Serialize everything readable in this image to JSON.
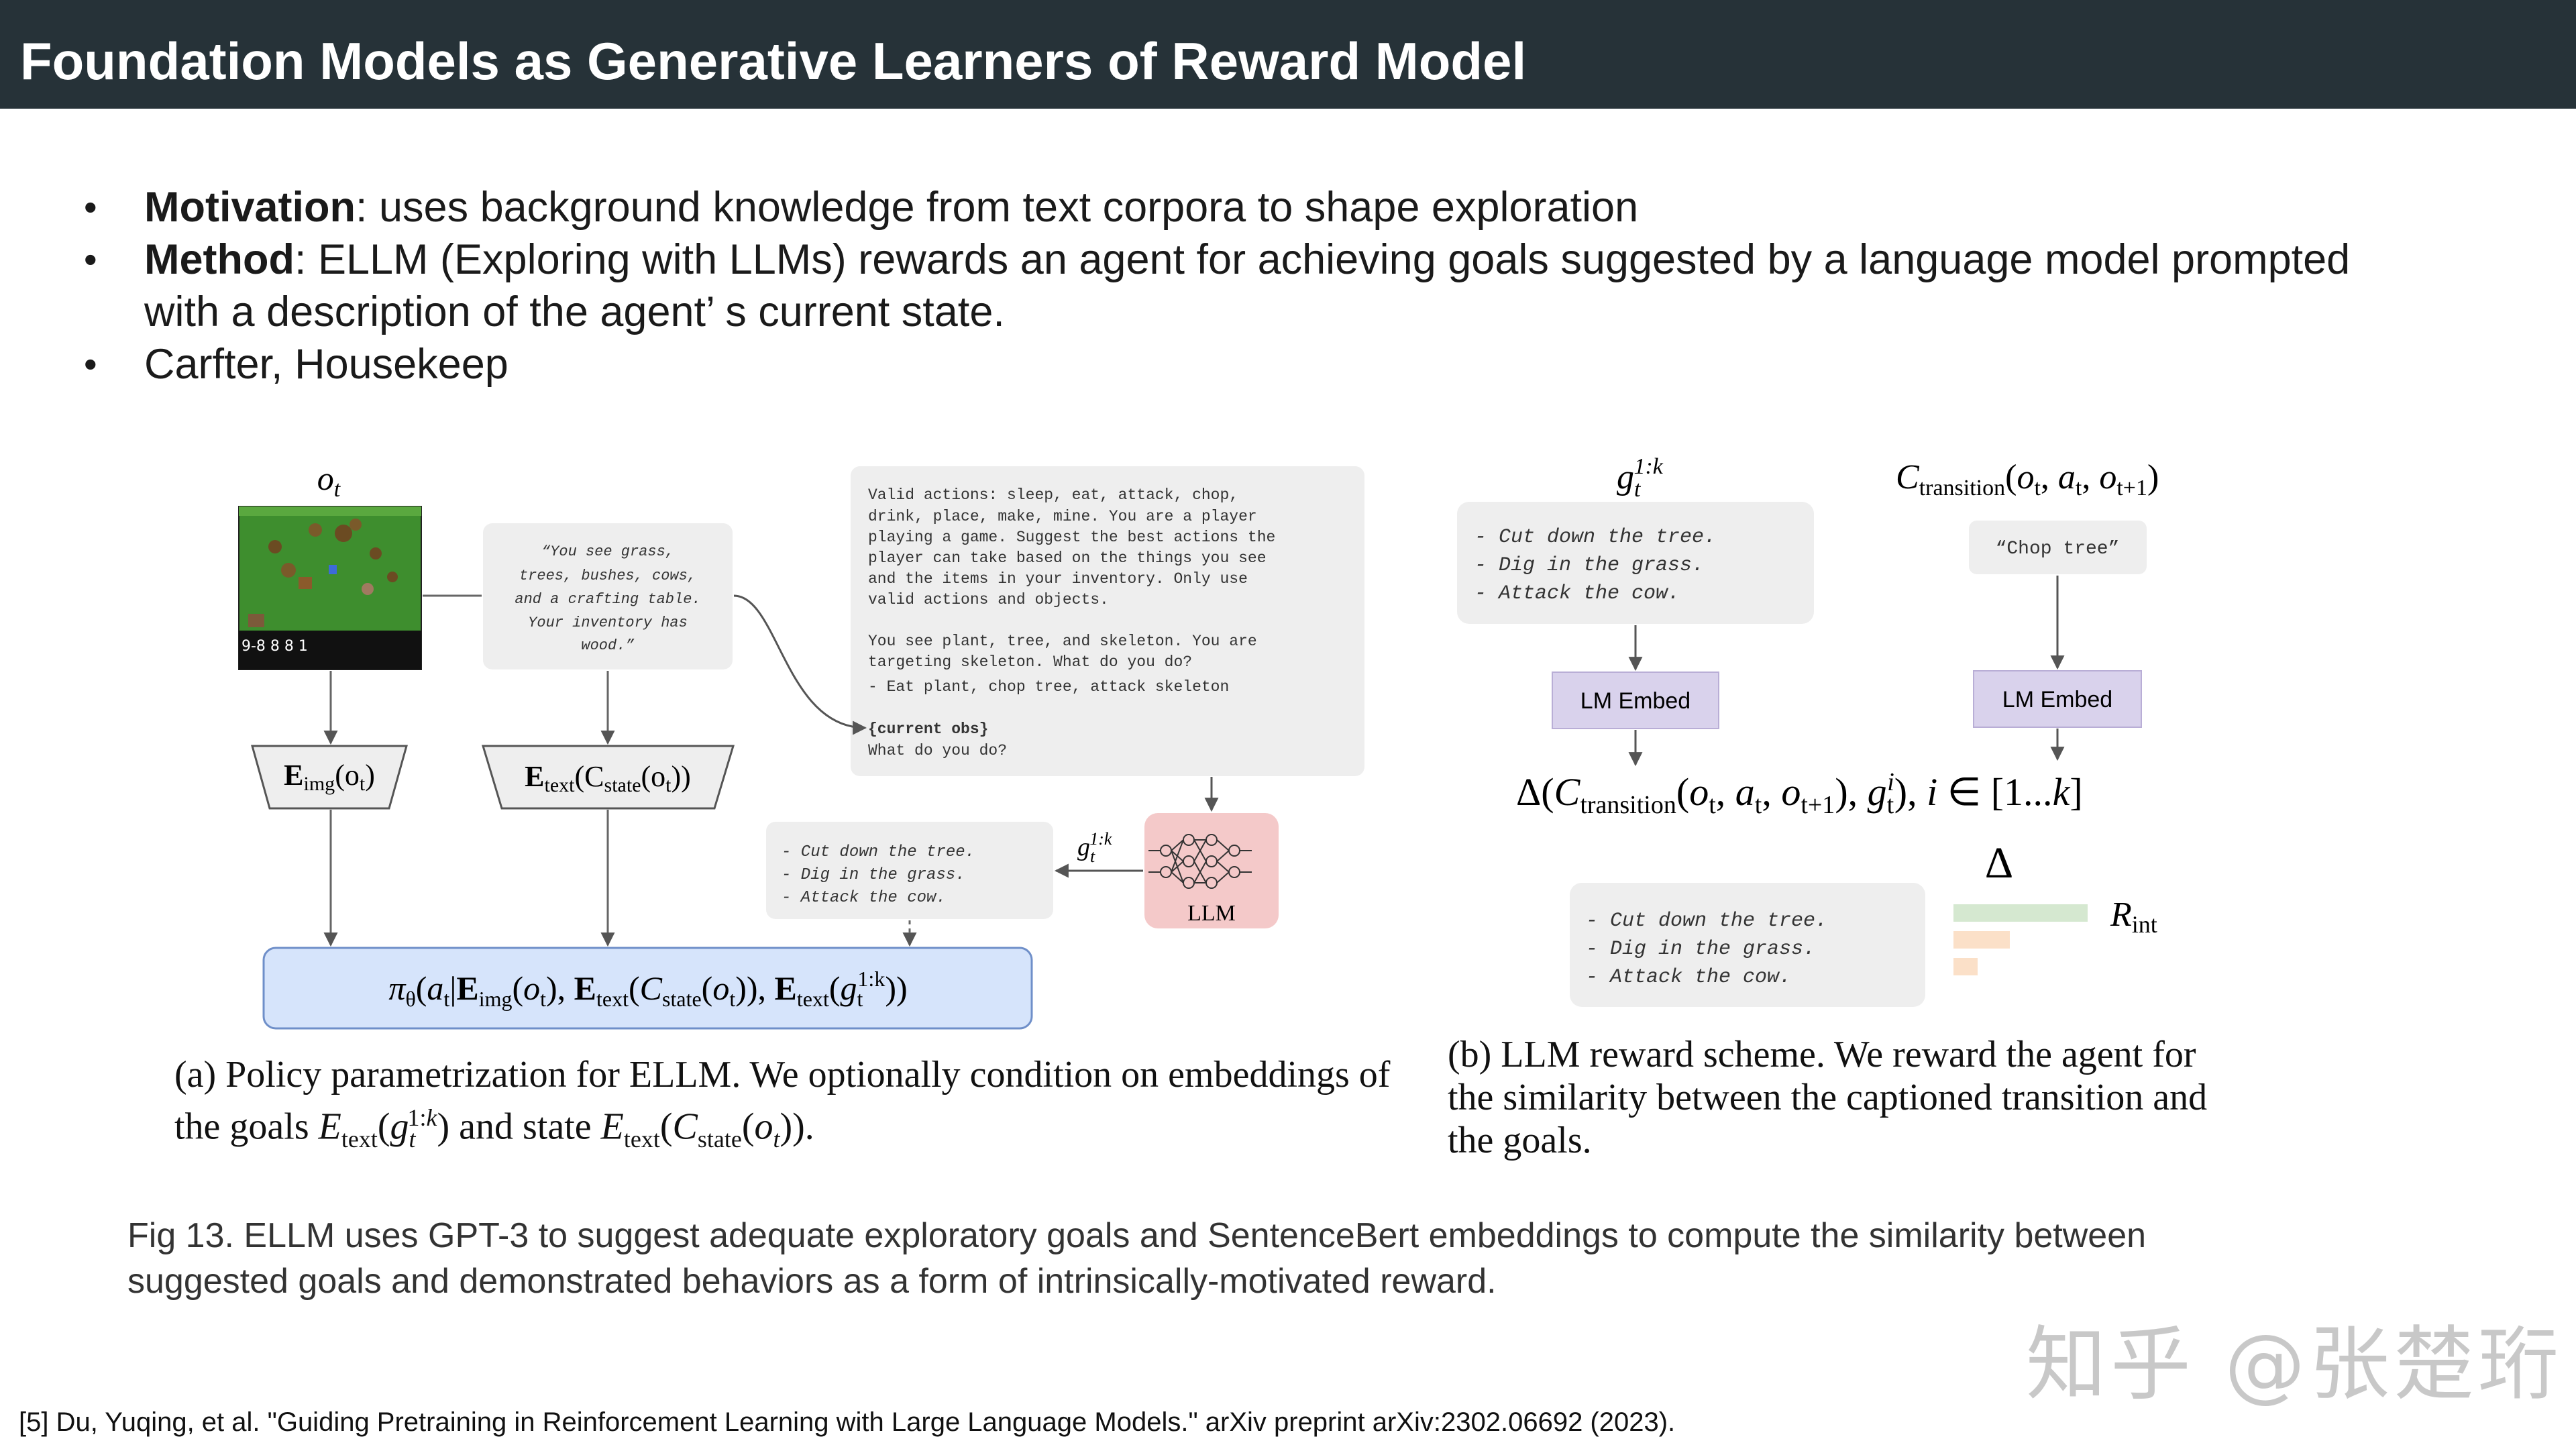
{
  "title": "Foundation Models as Generative Learners of Reward Model",
  "bullets": [
    {
      "bold": "Motivation",
      "text": ": uses background knowledge from text corpora to shape exploration"
    },
    {
      "bold": "Method",
      "text": ":  ELLM (Exploring with LLMs) rewards an agent for achieving goals suggested by a language model prompted",
      "text2": "with a description of the agent’  s current state."
    },
    {
      "bold": "",
      "text": "Carfter, Housekeep"
    }
  ],
  "panel_a": {
    "obs_label": "o_t",
    "game_hud": "9-8 8 8   1",
    "caption_text": "“You see grass, trees, bushes, cows, and a crafting table. Your inventory has wood.”",
    "caption_lines": [
      "“You see grass,",
      "trees, bushes, cows,",
      "and a crafting table.",
      "Your inventory has",
      "wood.”"
    ],
    "prompt_lines": [
      "Valid actions: sleep, eat, attack, chop,",
      "drink, place, make, mine. You are a player",
      "playing a game. Suggest the best actions the",
      "player can take based on the things you see",
      "and the items in your inventory. Only use",
      "valid actions and objects.",
      "",
      "You see plant, tree, and skeleton. You are",
      "targeting skeleton. What do you do?",
      "- Eat plant, chop tree, attack skeleton",
      "",
      "{current obs}",
      "What do you do?"
    ],
    "enc_img": "E_img(o_t)",
    "enc_text": "E_text(C_state(o_t))",
    "goals": [
      "-   Cut down the tree.",
      "-   Dig in the grass.",
      "-   Attack the cow."
    ],
    "goal_label": "g_t^{1:k}",
    "llm_label": "LLM",
    "policy": "π_θ(a_t|E_img(o_t), E_text(C_state(o_t)), E_text(g_t^{1:k}))",
    "caption_line1": "(a) Policy parametrization for ELLM. We optionally condition on embeddings of",
    "caption_line2": "the goals E_text(g_t^{1:k}) and state E_text(C_state(o_t))."
  },
  "panel_b": {
    "goal_label": "g_t^{1:k}",
    "transition_label": "C_transition(o_t, a_t, o_t+1)",
    "goals": [
      "-   Cut down the tree.",
      "-   Dig in the grass.",
      "-   Attack the cow."
    ],
    "chop_caption": "“Chop tree”",
    "lm_embed_1": "LM Embed",
    "lm_embed_2": "LM Embed",
    "delta_expr": "Δ(C_transition(o_t, a_t, o_t+1), g_t^i), i ∈ [1...k]",
    "delta": "Δ",
    "rint": "R_int",
    "bar_values": [
      1.0,
      0.42,
      0.18
    ],
    "caption_line1": "(b) LLM reward scheme.  We reward the agent for",
    "caption_line2": "the similarity between the captioned transition and",
    "caption_line3": "the goals."
  },
  "fig_caption_line1": "Fig 13. ELLM uses GPT-3 to suggest adequate exploratory goals and SentenceBert embeddings to compute the similarity between",
  "fig_caption_line2": "suggested goals and demonstrated behaviors as a form of intrinsically-motivated reward.",
  "reference": "[5] Du, Yuqing, et al. \"Guiding Pretraining in Reinforcement Learning with Large Language Models.\" arXiv preprint arXiv:2302.06692 (2023).",
  "watermark": "知乎 @张楚珩",
  "colors": {
    "title_bg": "#263238",
    "box_gray": "#eeeeee",
    "policy_fill": "#d6e4fb",
    "policy_stroke": "#6f8fc9",
    "llm_fill": "#f4c9c9",
    "lm_embed_fill": "#d9d2ec",
    "bar_green": "#d5e8d0",
    "bar_orange": "#fbe0c8"
  }
}
